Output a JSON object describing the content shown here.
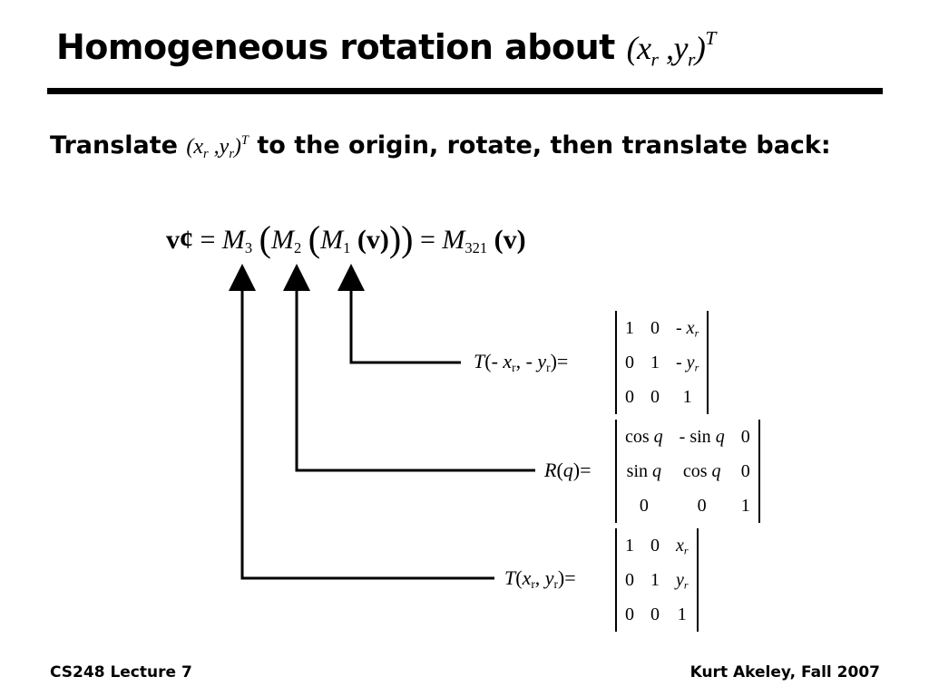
{
  "title": {
    "text": "Homogeneous rotation about",
    "math": {
      "open": "(",
      "x": "x",
      "xsub": "r",
      "comma": " ,",
      "y": "y",
      "ysub": "r",
      "close": ")",
      "sup": "T"
    }
  },
  "subtitle": {
    "before": "Translate",
    "math": {
      "open": "(",
      "x": "x",
      "xsub": "r",
      "comma": " ,",
      "y": "y",
      "ysub": "r",
      "close": ")",
      "sup": "T"
    },
    "after": "to the origin, rotate, then translate back:"
  },
  "equation": {
    "lhs": "v¢",
    "eq1": "=",
    "m3": "M",
    "m3sub": "3",
    "m2": "M",
    "m2sub": "2",
    "m1": "M",
    "m1sub": "1",
    "arg": "(v)",
    "eq2": "=",
    "m321": "M",
    "m321sub": "321",
    "arg2": "(v)"
  },
  "matrices": {
    "t_neg": {
      "label": {
        "fn": "T",
        "open": "(",
        "neg1": "- ",
        "x": "x",
        "xsub": "r",
        "sep": ", - ",
        "y": "y",
        "ysub": "r",
        "close": ")",
        "eq": "="
      },
      "rows": [
        [
          "1",
          "0",
          "- x_r"
        ],
        [
          "0",
          "1",
          "- y_r"
        ],
        [
          "0",
          "0",
          "1"
        ]
      ]
    },
    "rot": {
      "label": {
        "fn": "R",
        "open": "(",
        "arg": "q",
        "close": ")",
        "eq": "="
      },
      "rows": [
        [
          "cos q",
          "- sin q",
          "0"
        ],
        [
          "sin q",
          "cos q",
          "0"
        ],
        [
          "0",
          "0",
          "1"
        ]
      ]
    },
    "t_pos": {
      "label": {
        "fn": "T",
        "open": "(",
        "x": "x",
        "xsub": "r",
        "sep": ", ",
        "y": "y",
        "ysub": "r",
        "close": ")",
        "eq": "="
      },
      "rows": [
        [
          "1",
          "0",
          "x_r"
        ],
        [
          "0",
          "1",
          "y_r"
        ],
        [
          "0",
          "0",
          "1"
        ]
      ]
    }
  },
  "footer": {
    "left": "CS248 Lecture 7",
    "right": "Kurt Akeley, Fall 2007"
  }
}
